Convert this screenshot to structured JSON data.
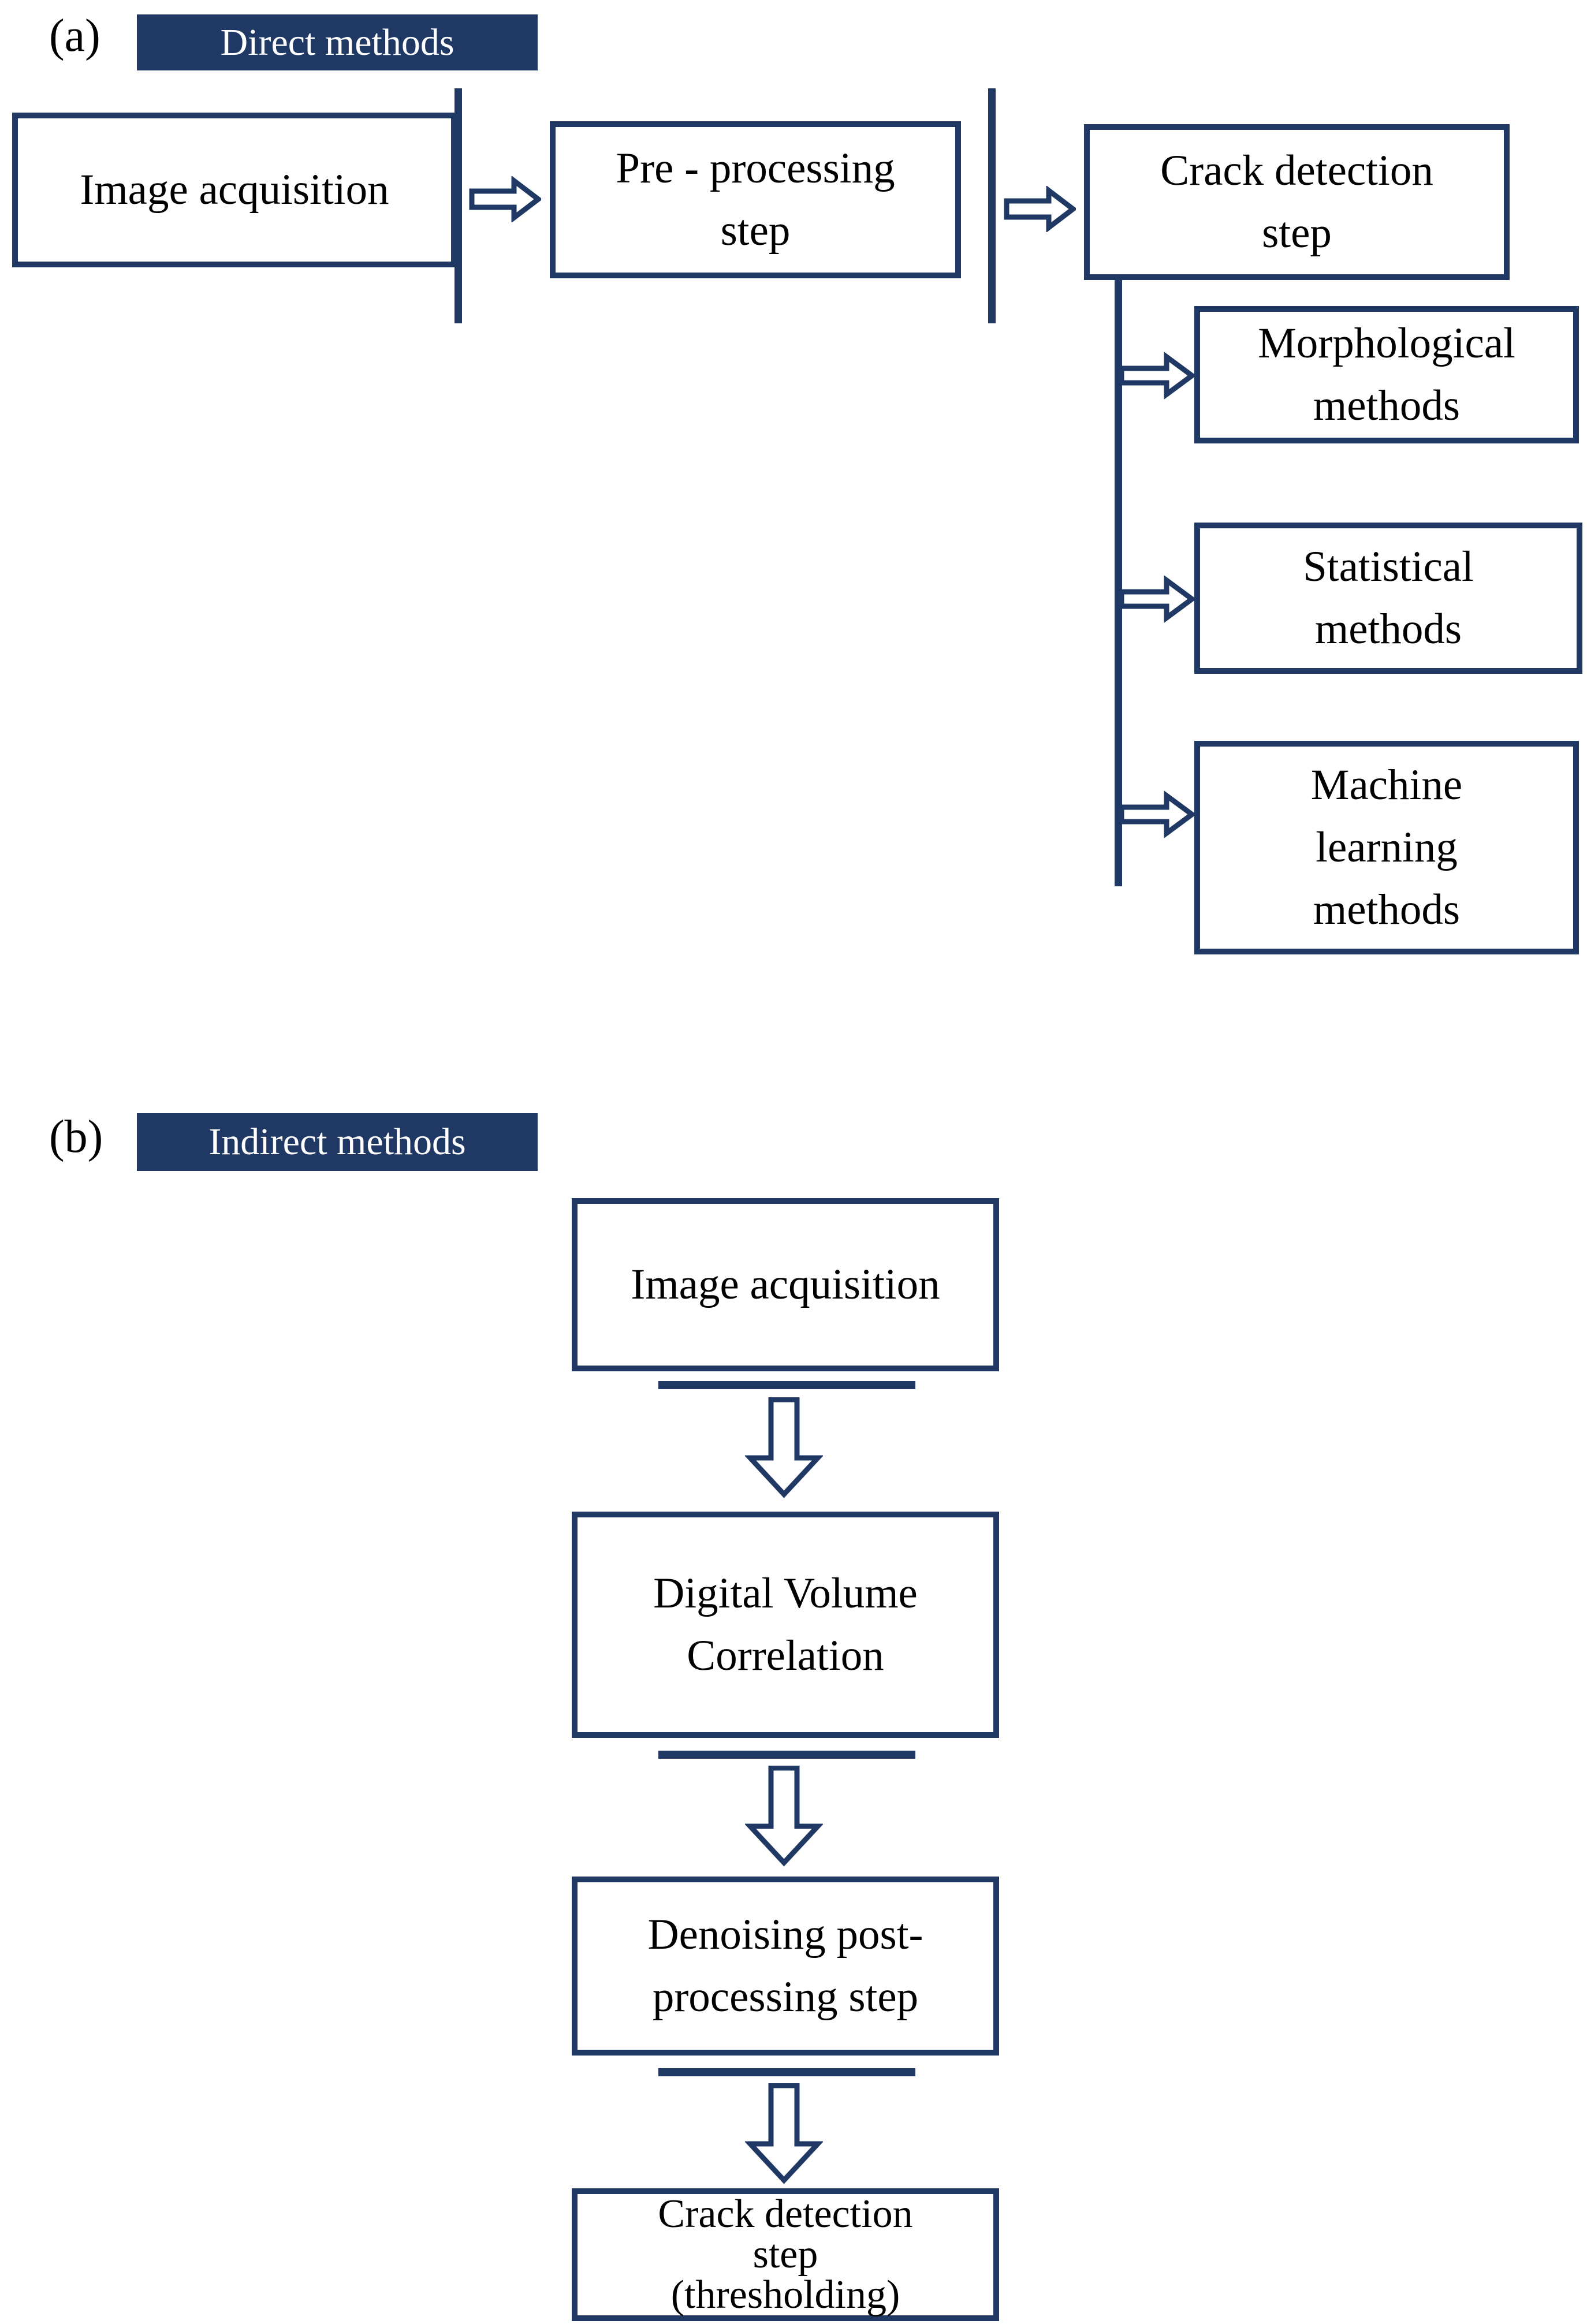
{
  "palette": {
    "navy": "#1f3864",
    "box_fill": "#ffffff",
    "box_text": "#000000",
    "header_text": "#ffffff"
  },
  "icons": {
    "arrow_right": "hollow-block-arrow-right",
    "arrow_down": "hollow-block-arrow-down"
  },
  "section_a": {
    "label": "(a)",
    "header": "Direct methods",
    "flow": [
      {
        "lines": [
          "Image acquisition"
        ]
      },
      {
        "lines": [
          "Pre - processing",
          "step"
        ]
      },
      {
        "lines": [
          "Crack detection",
          "step"
        ]
      }
    ],
    "branches": [
      {
        "lines": [
          "Morphological",
          "methods"
        ]
      },
      {
        "lines": [
          "Statistical",
          "methods"
        ]
      },
      {
        "lines": [
          "Machine",
          "learning",
          "methods"
        ]
      }
    ]
  },
  "section_b": {
    "label": "(b)",
    "header": "Indirect methods",
    "steps": [
      {
        "lines": [
          "Image acquisition"
        ]
      },
      {
        "lines": [
          "Digital Volume",
          "Correlation"
        ]
      },
      {
        "lines": [
          "Denoising post-",
          "processing step"
        ]
      },
      {
        "lines": [
          "Crack detection",
          "step",
          "(thresholding)"
        ]
      }
    ]
  }
}
